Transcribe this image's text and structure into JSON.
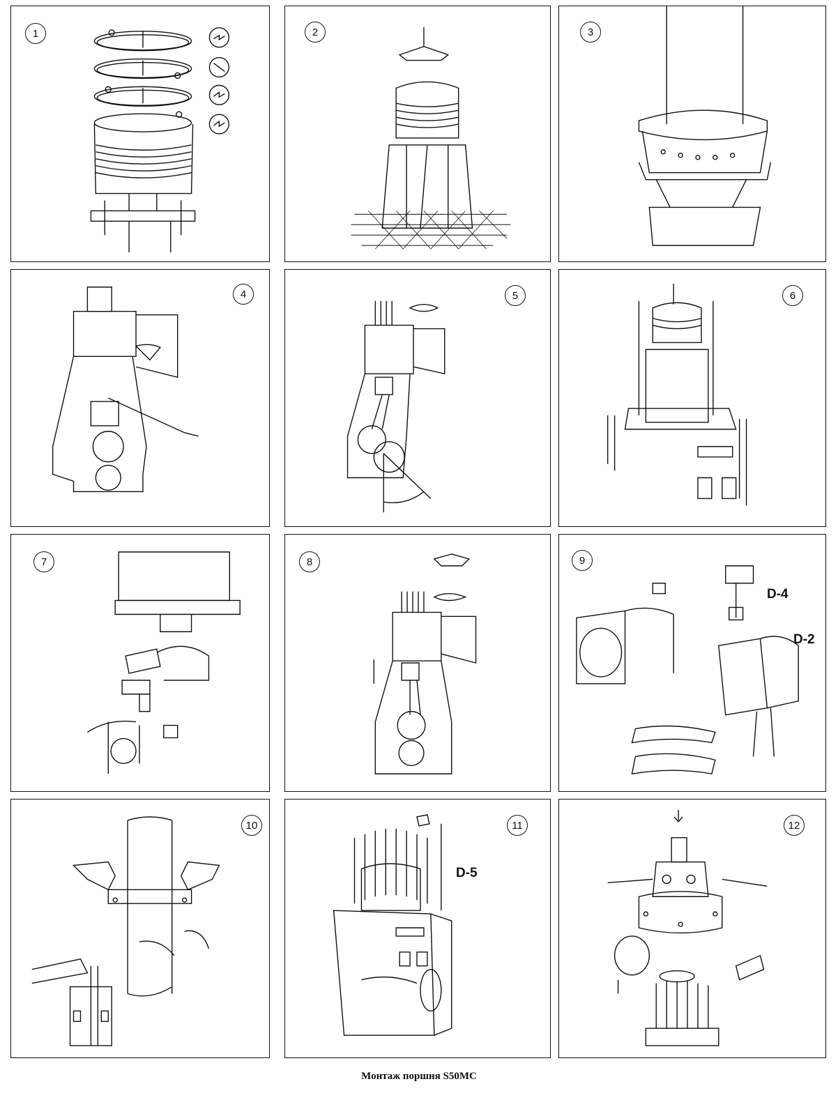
{
  "panels": [
    {
      "number": "1"
    },
    {
      "number": "2"
    },
    {
      "number": "3"
    },
    {
      "number": "4"
    },
    {
      "number": "5"
    },
    {
      "number": "6"
    },
    {
      "number": "7"
    },
    {
      "number": "8"
    },
    {
      "number": "9",
      "labels": [
        "D-4",
        "D-2"
      ]
    },
    {
      "number": "10"
    },
    {
      "number": "11",
      "labels": [
        "D-5"
      ]
    },
    {
      "number": "12"
    }
  ],
  "caption": "Монтаж поршня S50MC"
}
